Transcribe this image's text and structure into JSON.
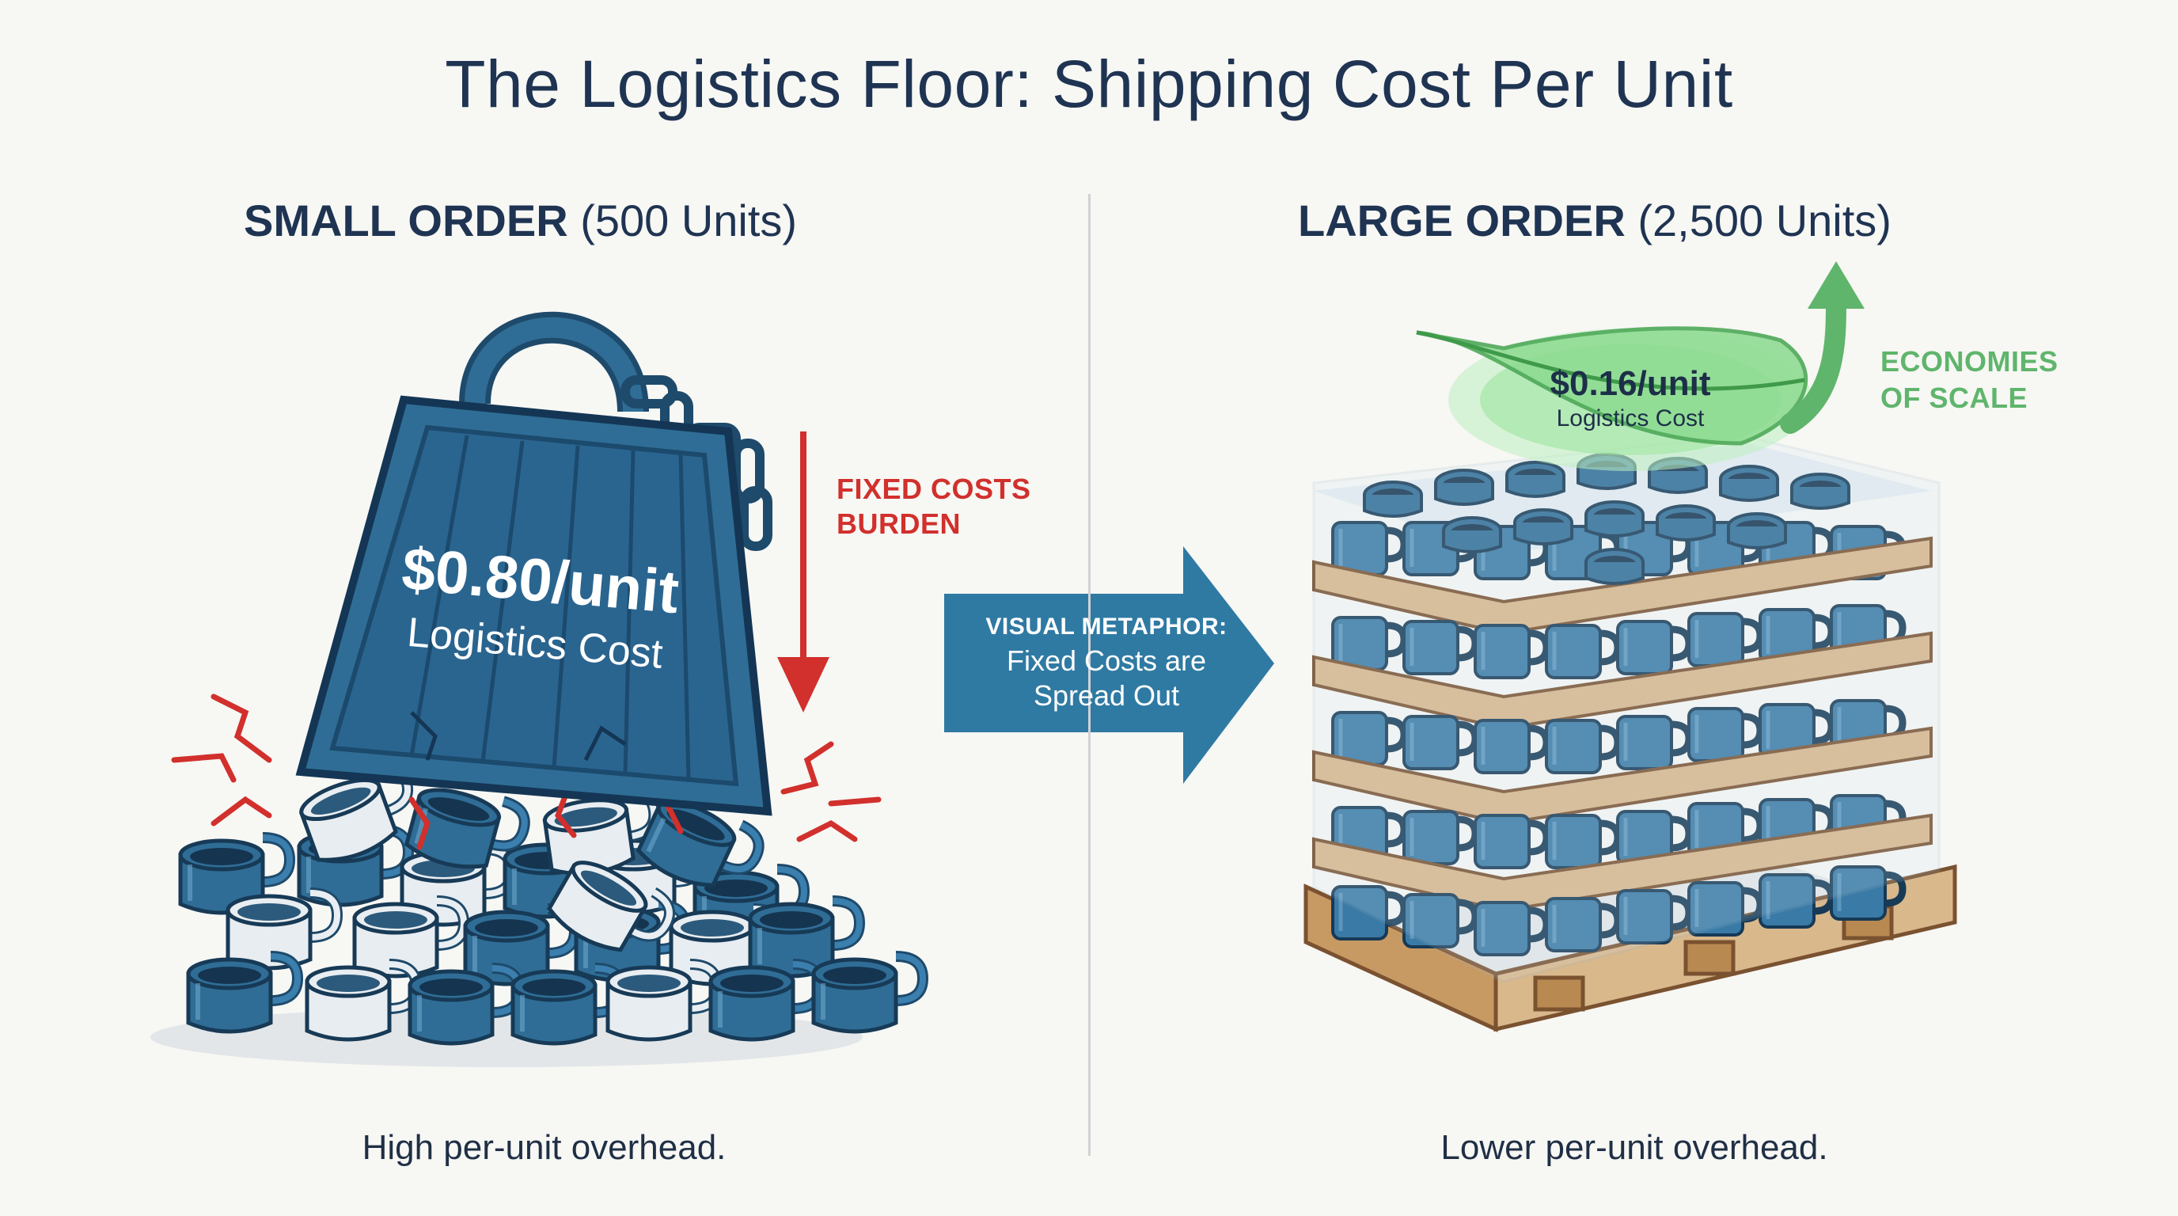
{
  "title": "The Logistics Floor: Shipping Cost Per Unit",
  "small_order": {
    "heading_bold": "SMALL ORDER",
    "heading_rest": "(500 Units)",
    "price": "$0.80/unit",
    "price_label": "Logistics Cost",
    "burden_line1": "FIXED COSTS",
    "burden_line2": "BURDEN",
    "caption": "High per-unit overhead."
  },
  "metaphor": {
    "title": "VISUAL METAPHOR:",
    "line1": "Fixed Costs are",
    "line2": "Spread Out"
  },
  "large_order": {
    "heading_bold": "LARGE ORDER",
    "heading_rest": "(2,500 Units)",
    "price": "$0.16/unit",
    "price_label": "Logistics Cost",
    "scale_line1": "ECONOMIES",
    "scale_line2": "OF SCALE",
    "caption": "Lower per-unit overhead."
  },
  "colors": {
    "navy": "#1f3452",
    "mug_blue": "#2f6d96",
    "burden_red": "#d1302c",
    "scale_green": "#5fb56c",
    "arrow_blue": "#2f7aa3",
    "pallet_wood": "#d9b88c"
  },
  "icons": [
    "weight-icon",
    "mug-icon",
    "down-arrow-icon",
    "right-arrow-icon",
    "feather-icon",
    "up-arrow-icon",
    "pallet-icon"
  ]
}
